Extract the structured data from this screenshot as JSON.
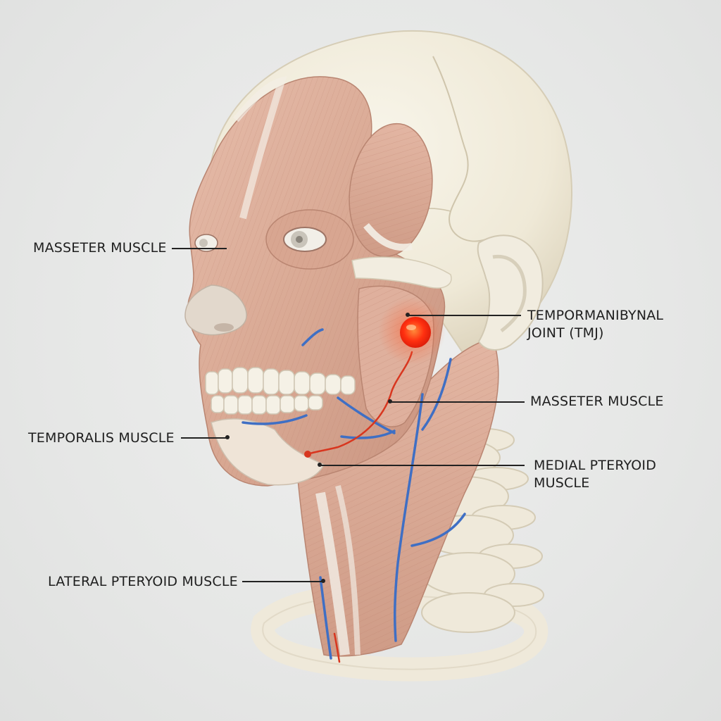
{
  "labels": {
    "left_top": "MASSETER MUSCLE",
    "left_mid": "TEMPORALIS MUSCLE",
    "left_bottom": "LATERAL PTERYOID MUSCLE",
    "right_tmj_line1": "TEMPORMANIBYNAL",
    "right_tmj_line2": "JOINT (TMJ)",
    "right_masseter": "MASSETER MUSCLE",
    "right_medial_line1": "MEDIAL PTERYOID",
    "right_medial_line2": "MUSCLE"
  },
  "colors": {
    "background": "#e7e8e7",
    "bone": "#f1ecdc",
    "muscle": "#dcae9a",
    "muscle_dark": "#c98f7c",
    "tendon": "#f3eee6",
    "artery": "#d8361f",
    "vein": "#3f6fc4",
    "highlight": "#ff3b1a"
  }
}
